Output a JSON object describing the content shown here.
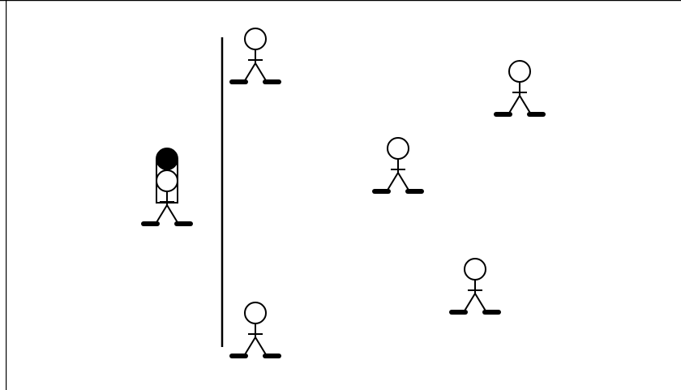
{
  "scene": {
    "background_color": "#ffffff",
    "stroke_color": "#000000",
    "figures": [
      {
        "id": "figure-top-left",
        "variant": "standing"
      },
      {
        "id": "figure-top-right",
        "variant": "standing"
      },
      {
        "id": "figure-center",
        "variant": "standing"
      },
      {
        "id": "figure-bottom-right",
        "variant": "standing"
      },
      {
        "id": "figure-bottom-left",
        "variant": "standing"
      },
      {
        "id": "figure-carrying-backpack",
        "variant": "with-backpack"
      }
    ],
    "divider": {
      "type": "vertical-line"
    }
  }
}
